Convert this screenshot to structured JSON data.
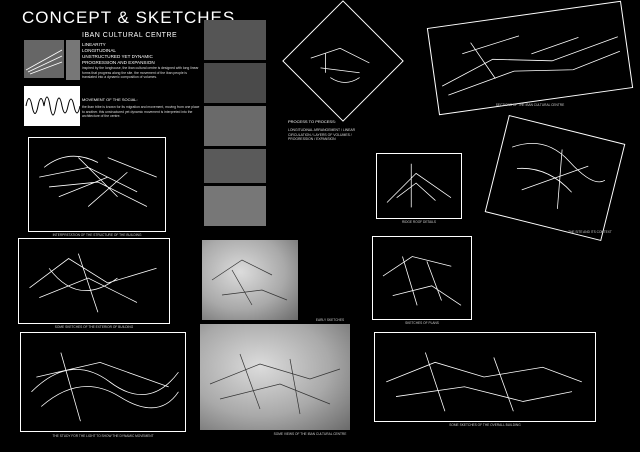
{
  "header": {
    "title": "CONCEPT & SKETCHES",
    "subtitle": "IBAN CULTURAL CENTRE",
    "keywords": [
      "LINEARITY",
      "LONGITUDINAL",
      "UNSTRUCTURED YET DYNAMIC",
      "PROGRESSION AND EXPANSION"
    ]
  },
  "text_blocks": {
    "intro": "inspired by the longhouse, the iban cultural centre is designed with long linear forms that progress along the site. the movement of the iban people is translated into a dynamic composition of volumes.",
    "movement_heading": "MOVEMENT OF THE SOCIAL:",
    "movement_body": "the iban tribe is known for its migration and movement, moving from one place to another. this unstructured yet dynamic movement is interpreted into the architecture of the centre.",
    "process_heading": "PROCESS TO PROCESS:",
    "process_list": "LONGITUDINAL ARRANGEMENT / LINEAR CIRCULATION / LAYERS OF VOLUMES / PROGRESSION / EXPANSION"
  },
  "captions": {
    "sketch_1": "INTERPRETATION OF THE STRUCTURE OF THE BUILDING",
    "photo_strip": "",
    "diamond_sketch": "",
    "panorama": "SECTIONS OF THE IBAN CULTURAL CENTRE",
    "right_small": "RIDGE ROOF DETAILS",
    "right_diamond": "THE SITE AND ITS CONTEXT",
    "sketch_2": "SOME SKETCHES OF THE EXTERIOR OF BUILDING",
    "pencil_1": "EARLY SKETCHES",
    "right_middle": "SKETCHES OF PLANS",
    "sketch_3": "THE STUDY FOR THE LIGHT TO SHOW THE DYNAMIC MOVEMENT",
    "pencil_2": "SOME VIEWS OF THE IBAN CULTURAL CENTRE",
    "right_bottom": "SOME SKETCHES OF THE OVERALL BUILDING"
  },
  "colors": {
    "background": "#000000",
    "line": "#ffffff",
    "pencil_paper": "#bdbdbd"
  }
}
